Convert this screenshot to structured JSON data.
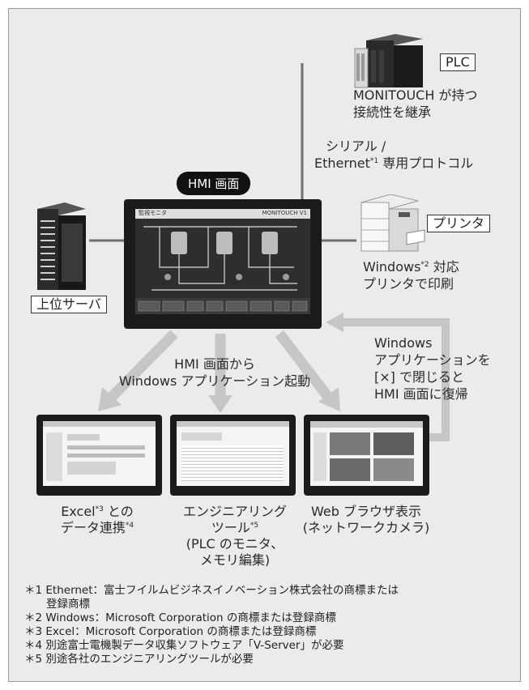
{
  "labels": {
    "plc": "PLC",
    "printer": "プリンタ",
    "server": "上位サーバ",
    "hmi_screen": "HMI 画面",
    "monitouch_line1": "MONITOUCH が持つ",
    "monitouch_line2": "接続性を継承",
    "protocol_line1": "シリアル /",
    "protocol_line2a": "Ethernet",
    "protocol_sup": "*1",
    "protocol_line2b": " 専用プロトコル",
    "print_line1a": "Windows",
    "print_sup": "*2",
    "print_line1b": " 対応",
    "print_line2": "プリンタで印刷",
    "launch_line1": "HMI 画面から",
    "launch_line2": "Windows アプリケーション起動",
    "return_line1": "Windows",
    "return_line2": "アプリケーションを",
    "return_line3": "[×] で閉じると",
    "return_line4": "HMI 画面に復帰",
    "excel_line1a": "Excel",
    "excel_sup1": "*3",
    "excel_line1b": " との",
    "excel_line2a": "データ連携",
    "excel_sup2": "*4",
    "eng_line1": "エンジニアリング",
    "eng_line2a": "ツール",
    "eng_sup": "*5",
    "eng_line3": "(PLC のモニタ、",
    "eng_line4": "メモリ編集)",
    "web_line1": "Web ブラウザ表示",
    "web_line2": "(ネットワークカメラ)",
    "hmi_title_left": "監視モニタ",
    "hmi_title_right": "MONITOUCH V1"
  },
  "footnotes": [
    "＊1 Ethernet：富士フイルムビジネスイノベーション株式会社の商標または",
    "　　登録商標",
    "＊2 Windows：Microsoft Corporation の商標または登録商標",
    "＊3 Excel：Microsoft Corporation の商標または登録商標",
    "＊4 別途富士電機製データ収集ソフトウェア「V-Server」が必要",
    "＊5 別途各社のエンジニアリングツールが必要"
  ],
  "colors": {
    "panel_bg": "#ebebeb",
    "arrow": "#c6c6c6",
    "connector": "#707070",
    "device": "#1b1b1b"
  }
}
